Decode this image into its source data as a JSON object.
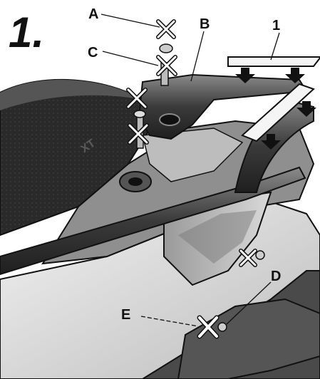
{
  "step_number": "1.",
  "callouts": {
    "A": "A",
    "B": "B",
    "C": "C",
    "D": "D",
    "E": "E",
    "part_1": "1"
  },
  "seat_emboss": "XT",
  "colors": {
    "metal_dark": "#2f2f2f",
    "metal_mid": "#6b6b6b",
    "metal_light": "#b9b9b9",
    "plastic_light": "#e6e6e6",
    "outline": "#111111",
    "cross": "#ffffff"
  },
  "icons": [
    "remove-cross-icon",
    "arrow-down-icon"
  ]
}
